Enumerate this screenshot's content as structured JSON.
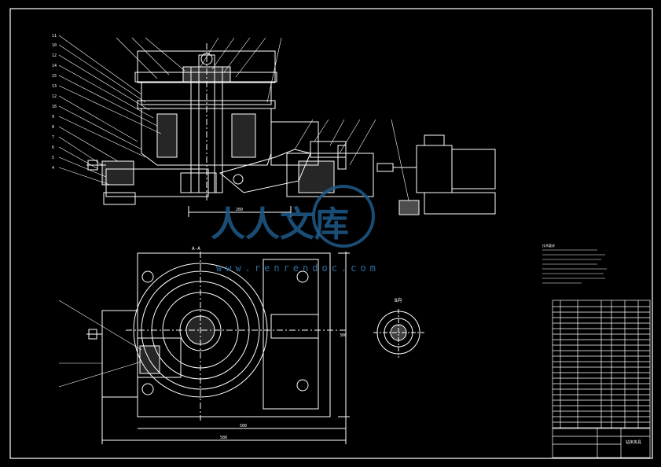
{
  "drawing": {
    "background": "#000000",
    "line_color": "#ffffff",
    "view_labels": {
      "section_a": "A-A",
      "section_b": "B向"
    },
    "dimensions": {
      "top_width": "260",
      "plan_width": "500",
      "plan_overall": "580",
      "plan_height": "300"
    },
    "watermark": {
      "brand": "人人文库",
      "url": "www.renrendoc.com",
      "color": "#1f5a8a"
    },
    "title_block": {
      "name": "钻床夹具"
    },
    "notes_heading": "技术要求"
  }
}
